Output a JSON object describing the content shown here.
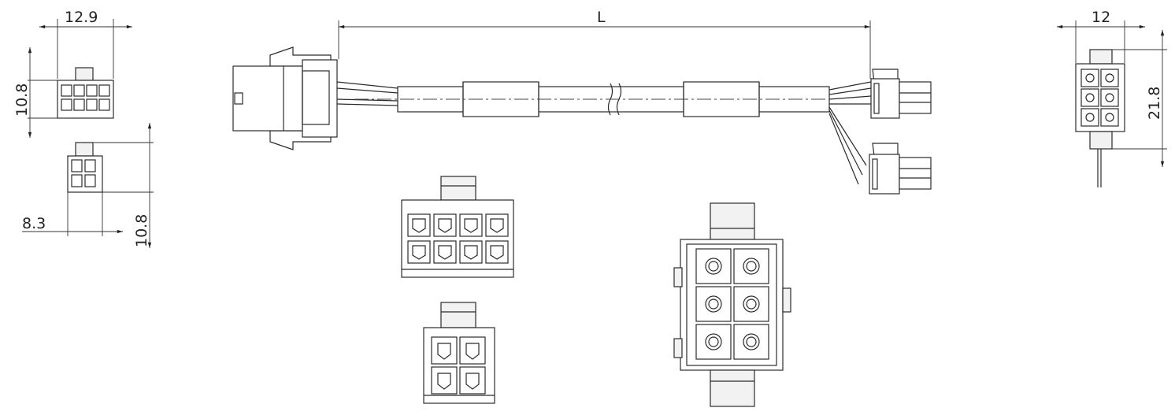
{
  "dimensions": {
    "small_connector_width": "12.9",
    "small_connector_height": "10.8",
    "pitch_width": "8.3",
    "pitch_height": "10.8",
    "cable_length": "L",
    "end_connector_width": "12",
    "end_connector_height": "21.8"
  },
  "colors": {
    "line": "#2b2b2b",
    "background": "#ffffff"
  }
}
